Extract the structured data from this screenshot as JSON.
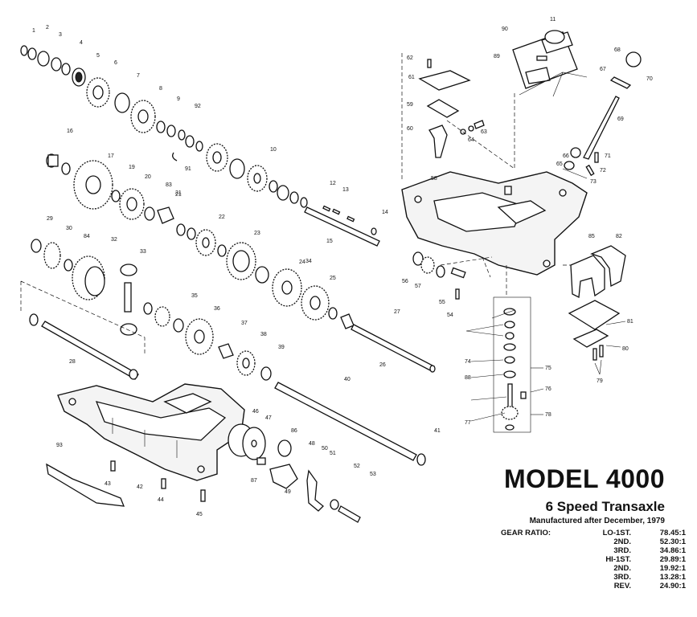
{
  "diagram": {
    "labels": [
      "1",
      "2",
      "3",
      "4",
      "5",
      "6",
      "7",
      "8",
      "9",
      "10",
      "11",
      "12",
      "13",
      "14",
      "15",
      "16",
      "17",
      "19",
      "20",
      "21",
      "22",
      "23",
      "24",
      "25",
      "26",
      "27",
      "28",
      "29",
      "30",
      "31",
      "32",
      "33",
      "34",
      "35",
      "36",
      "37",
      "38",
      "39",
      "40",
      "41",
      "42",
      "43",
      "44",
      "45",
      "46",
      "47",
      "48",
      "49",
      "50",
      "51",
      "52",
      "53",
      "54",
      "55",
      "56",
      "57",
      "58",
      "59",
      "60",
      "61",
      "62",
      "63",
      "64",
      "65",
      "66",
      "67",
      "68",
      "69",
      "70",
      "71",
      "72",
      "73",
      "74",
      "75",
      "76",
      "77",
      "78",
      "79",
      "80",
      "81",
      "82",
      "83",
      "84",
      "85",
      "86",
      "87",
      "88",
      "89",
      "90",
      "91",
      "92",
      "93"
    ]
  },
  "title": {
    "model": "MODEL 4000",
    "subtitle": "6 Speed Transaxle",
    "note": "Manufactured after December, 1979"
  },
  "gear_ratio": {
    "heading": "GEAR RATIO:",
    "rows": [
      {
        "gear": "LO-1ST.",
        "value": "78.45:1"
      },
      {
        "gear": "2ND.",
        "value": "52.30:1"
      },
      {
        "gear": "3RD.",
        "value": "34.86:1"
      },
      {
        "gear": "HI-1ST.",
        "value": "29.89:1"
      },
      {
        "gear": "2ND.",
        "value": "19.92:1"
      },
      {
        "gear": "3RD.",
        "value": "13.28:1"
      },
      {
        "gear": "REV.",
        "value": "24.90:1"
      }
    ]
  }
}
